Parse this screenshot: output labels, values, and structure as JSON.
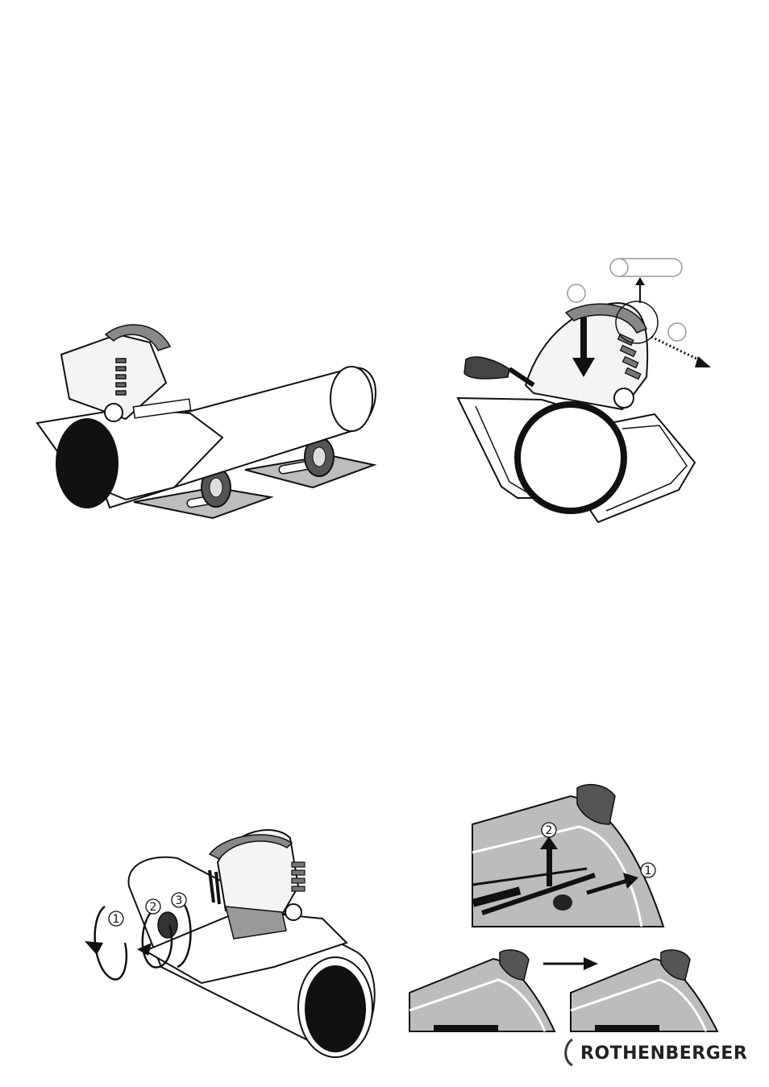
{
  "figures": {
    "fig_c": {
      "labels": [
        "1",
        "2",
        "3"
      ]
    },
    "fig_d": {
      "labels": [
        "2",
        "1"
      ]
    }
  },
  "brand": {
    "name": "ROTHENBERGER",
    "accent": "#3a3a3a"
  }
}
